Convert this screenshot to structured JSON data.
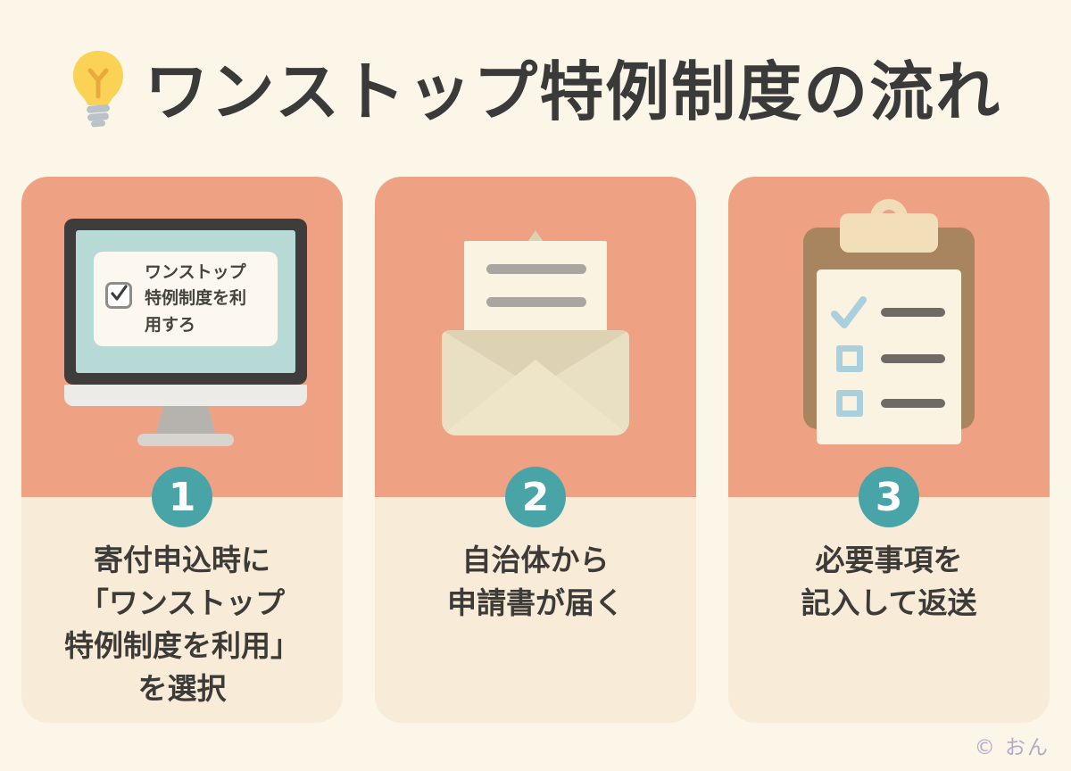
{
  "title": {
    "text": "ワンストップ特例制度の流れ",
    "icon": "lightbulb-icon"
  },
  "colors": {
    "page_bg": "#fbf6e7",
    "card_top": "#efa184",
    "card_bottom": "#f8ecd9",
    "accent_teal": "#49a4a7",
    "text_dark": "#3d3b38",
    "monitor_screen": "#b7dad6",
    "envelope_tan": "#e9dfc2",
    "clipboard_brown": "#a8855f",
    "checklist_blue": "#a9d0dc",
    "watermark": "#b3aac7"
  },
  "steps": [
    {
      "number": "1",
      "icon": "computer-monitor-icon",
      "monitor_popup": {
        "checkbox_checked": true,
        "lines": [
          "ワンストップ",
          "特例制度を利",
          "用すろ"
        ]
      },
      "caption_lines": [
        "寄付申込時に",
        "「ワンストップ",
        "特例制度を利用」",
        "を選択"
      ]
    },
    {
      "number": "2",
      "icon": "open-envelope-icon",
      "caption_lines": [
        "自治体から",
        "申請書が届く"
      ]
    },
    {
      "number": "3",
      "icon": "clipboard-checklist-icon",
      "caption_lines": [
        "必要事項を",
        "記入して返送"
      ]
    }
  ],
  "footer": {
    "credit": "© おん"
  }
}
